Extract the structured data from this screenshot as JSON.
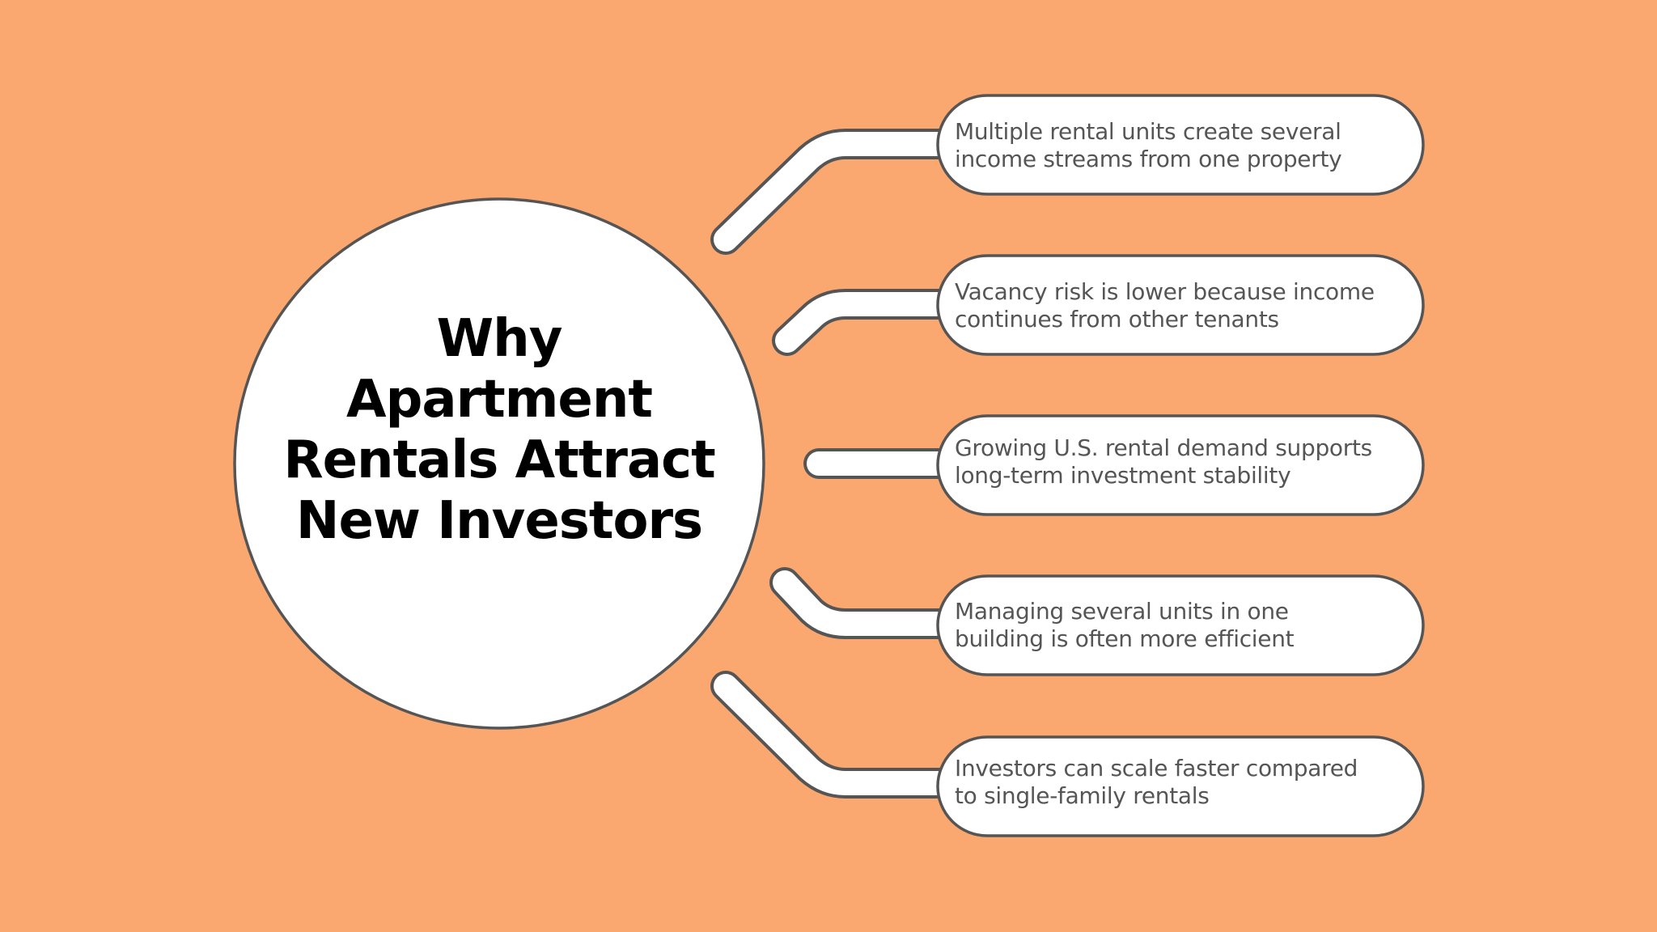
{
  "colors": {
    "background": "#FBA870",
    "shape_fill": "#FFFFFF",
    "outline": "#555555",
    "title_text": "#000000",
    "body_text": "#555555"
  },
  "center": {
    "title_lines": [
      "Why",
      "Apartment",
      "Rentals Attract",
      "New Investors"
    ]
  },
  "branches": [
    {
      "lines": [
        "Multiple rental units create several",
        "income streams from one property"
      ]
    },
    {
      "lines": [
        "Vacancy risk is lower because income",
        "continues from other tenants"
      ]
    },
    {
      "lines": [
        "Growing U.S. rental demand supports",
        "long-term investment stability"
      ]
    },
    {
      "lines": [
        "Managing several units in one",
        "building is often more efficient"
      ]
    },
    {
      "lines": [
        "Investors can scale faster compared",
        "to single-family rentals"
      ]
    }
  ]
}
